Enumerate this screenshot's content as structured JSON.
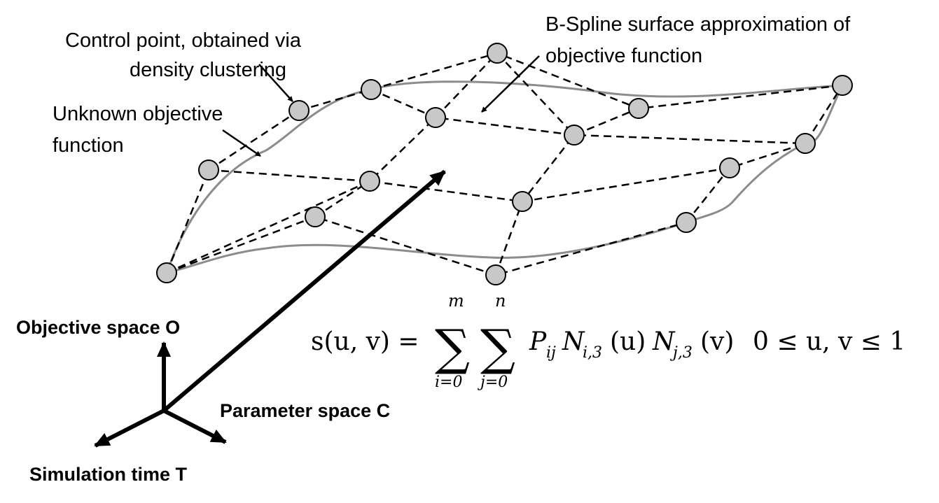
{
  "annotations": {
    "control_point_line1": "Control point, obtained via",
    "control_point_line2": "density clustering",
    "unknown_line1": "Unknown objective",
    "unknown_line2": "function",
    "bspline_line1": "B-Spline surface approximation of",
    "bspline_line2": "objective function"
  },
  "axes": {
    "objective": "Objective space O",
    "parameter": "Parameter space C",
    "time": "Simulation time T"
  },
  "formula": {
    "lhs": "s(u, v) =",
    "sum1_top": "m",
    "sum1_bottom": "i=0",
    "sum2_top": "n",
    "sum2_bottom": "j=0",
    "sigma": "∑",
    "term_P": "P",
    "term_P_sub": "ij",
    "term_N1": "N",
    "term_N1_sub": "i,3",
    "term_N1_arg": "(u)",
    "term_N2": "N",
    "term_N2_sub": "j,3",
    "term_N2_arg": "(v)",
    "domain": "0 ≤ u, v ≤ 1"
  },
  "colors": {
    "control_point_fill": "#c8c8c8",
    "surface_curve": "#8c8c8c",
    "ink": "#000000"
  }
}
